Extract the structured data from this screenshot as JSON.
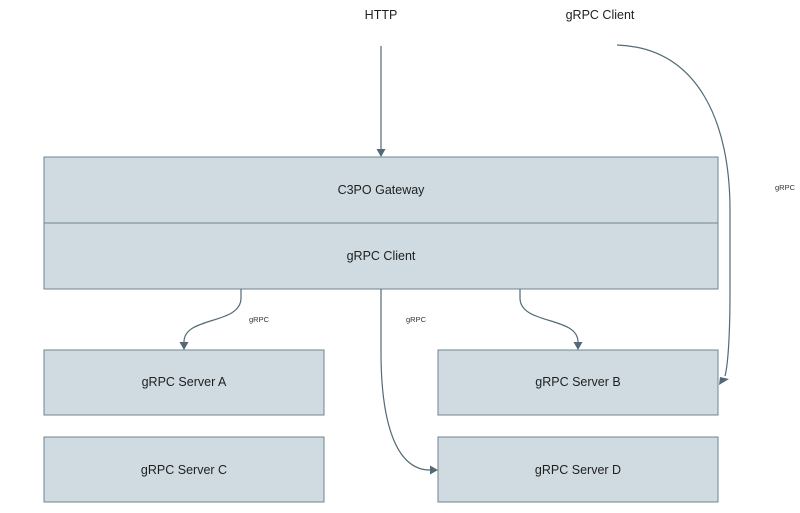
{
  "diagram": {
    "inputs": {
      "http": "HTTP",
      "grpc_client": "gRPC Client"
    },
    "gateway": {
      "title": "C3PO Gateway",
      "client": "gRPC Client"
    },
    "servers": {
      "a": "gRPC Server A",
      "b": "gRPC Server B",
      "c": "gRPC Server C",
      "d": "gRPC Server D"
    },
    "edge_labels": {
      "to_server_a": "gRPC",
      "to_server_d": "gRPC",
      "external_client": "gRPC"
    },
    "colors": {
      "box_fill": "#cfdbe1",
      "box_stroke": "#6f8590",
      "edge": "#536a76"
    }
  }
}
